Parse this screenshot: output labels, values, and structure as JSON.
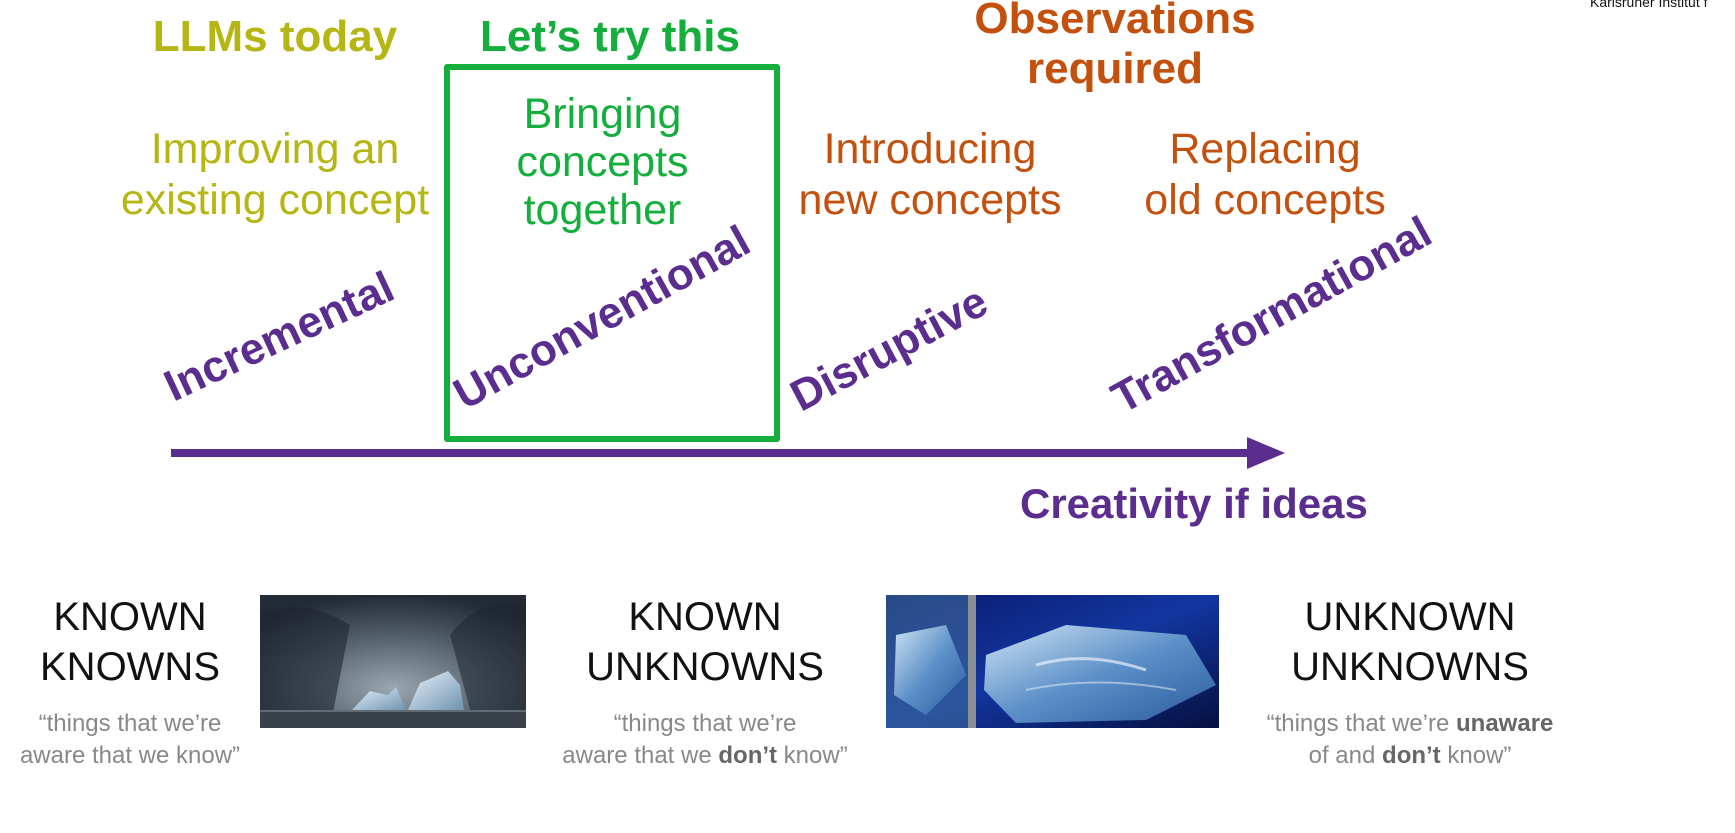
{
  "corner_text": "Karlsruher Institut f",
  "headers": {
    "llms_today": "LLMs today",
    "lets_try": "Let’s try this",
    "observations_line1": "Observations",
    "observations_line2": "required"
  },
  "concepts": {
    "improving_1": "Improving an",
    "improving_2": "existing concept",
    "bringing_1": "Bringing",
    "bringing_2": "concepts",
    "bringing_3": "together",
    "introducing_1": "Introducing",
    "introducing_2": "new concepts",
    "replacing_1": "Replacing",
    "replacing_2": "old concepts"
  },
  "creativity_levels": [
    "Incremental",
    "Unconventional",
    "Disruptive",
    "Transformational"
  ],
  "axis_label": "Creativity if ideas",
  "knowns": [
    {
      "title_1": "KNOWN",
      "title_2": "KNOWNS",
      "quote_1": "“things that we’re",
      "quote_2": "aware that we know”"
    },
    {
      "title_1": "KNOWN",
      "title_2": "UNKNOWNS",
      "quote_1": "“things that we’re",
      "quote_2a": "aware that we ",
      "quote_2b": "don’t",
      "quote_2c": " know”"
    },
    {
      "title_1": "UNKNOWN",
      "title_2": "UNKNOWNS",
      "quote_1a": "“things that we’re ",
      "quote_1b": "unaware",
      "quote_2a": "of and ",
      "quote_2b": "don’t",
      "quote_2c": " know”"
    }
  ],
  "colors": {
    "olive": "#b5b514",
    "green": "#13ae3c",
    "orange": "#c4500e",
    "purple": "#5b2d8e"
  }
}
